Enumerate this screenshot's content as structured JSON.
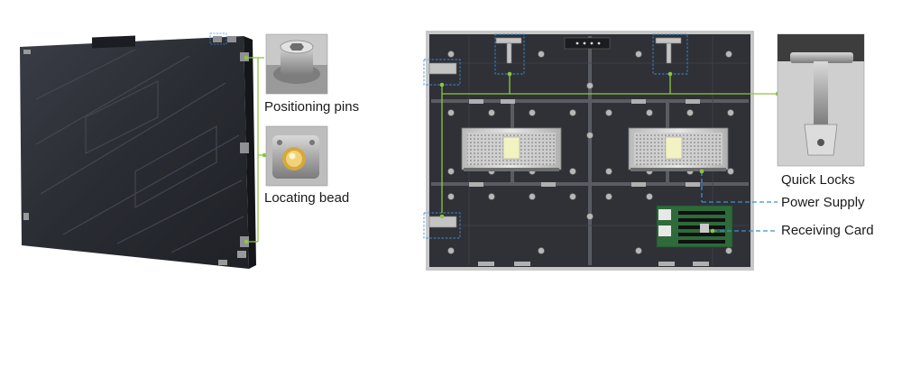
{
  "labels": {
    "positioning_pins": "Positioning pins",
    "locating_bead": "Locating bead",
    "quick_locks": "Quick Locks",
    "power_supply": "Power Supply",
    "receiving_card": "Receiving Card"
  },
  "colors": {
    "callout_green": "#8dc63f",
    "callout_blue": "#3a8fd6",
    "panel_face": "#2b2d34",
    "cabinet_frame": "#3a3c42"
  },
  "icons": {
    "pin": "positioning-pin-photo",
    "bead": "locating-bead-photo",
    "lock": "quick-lock-photo"
  }
}
